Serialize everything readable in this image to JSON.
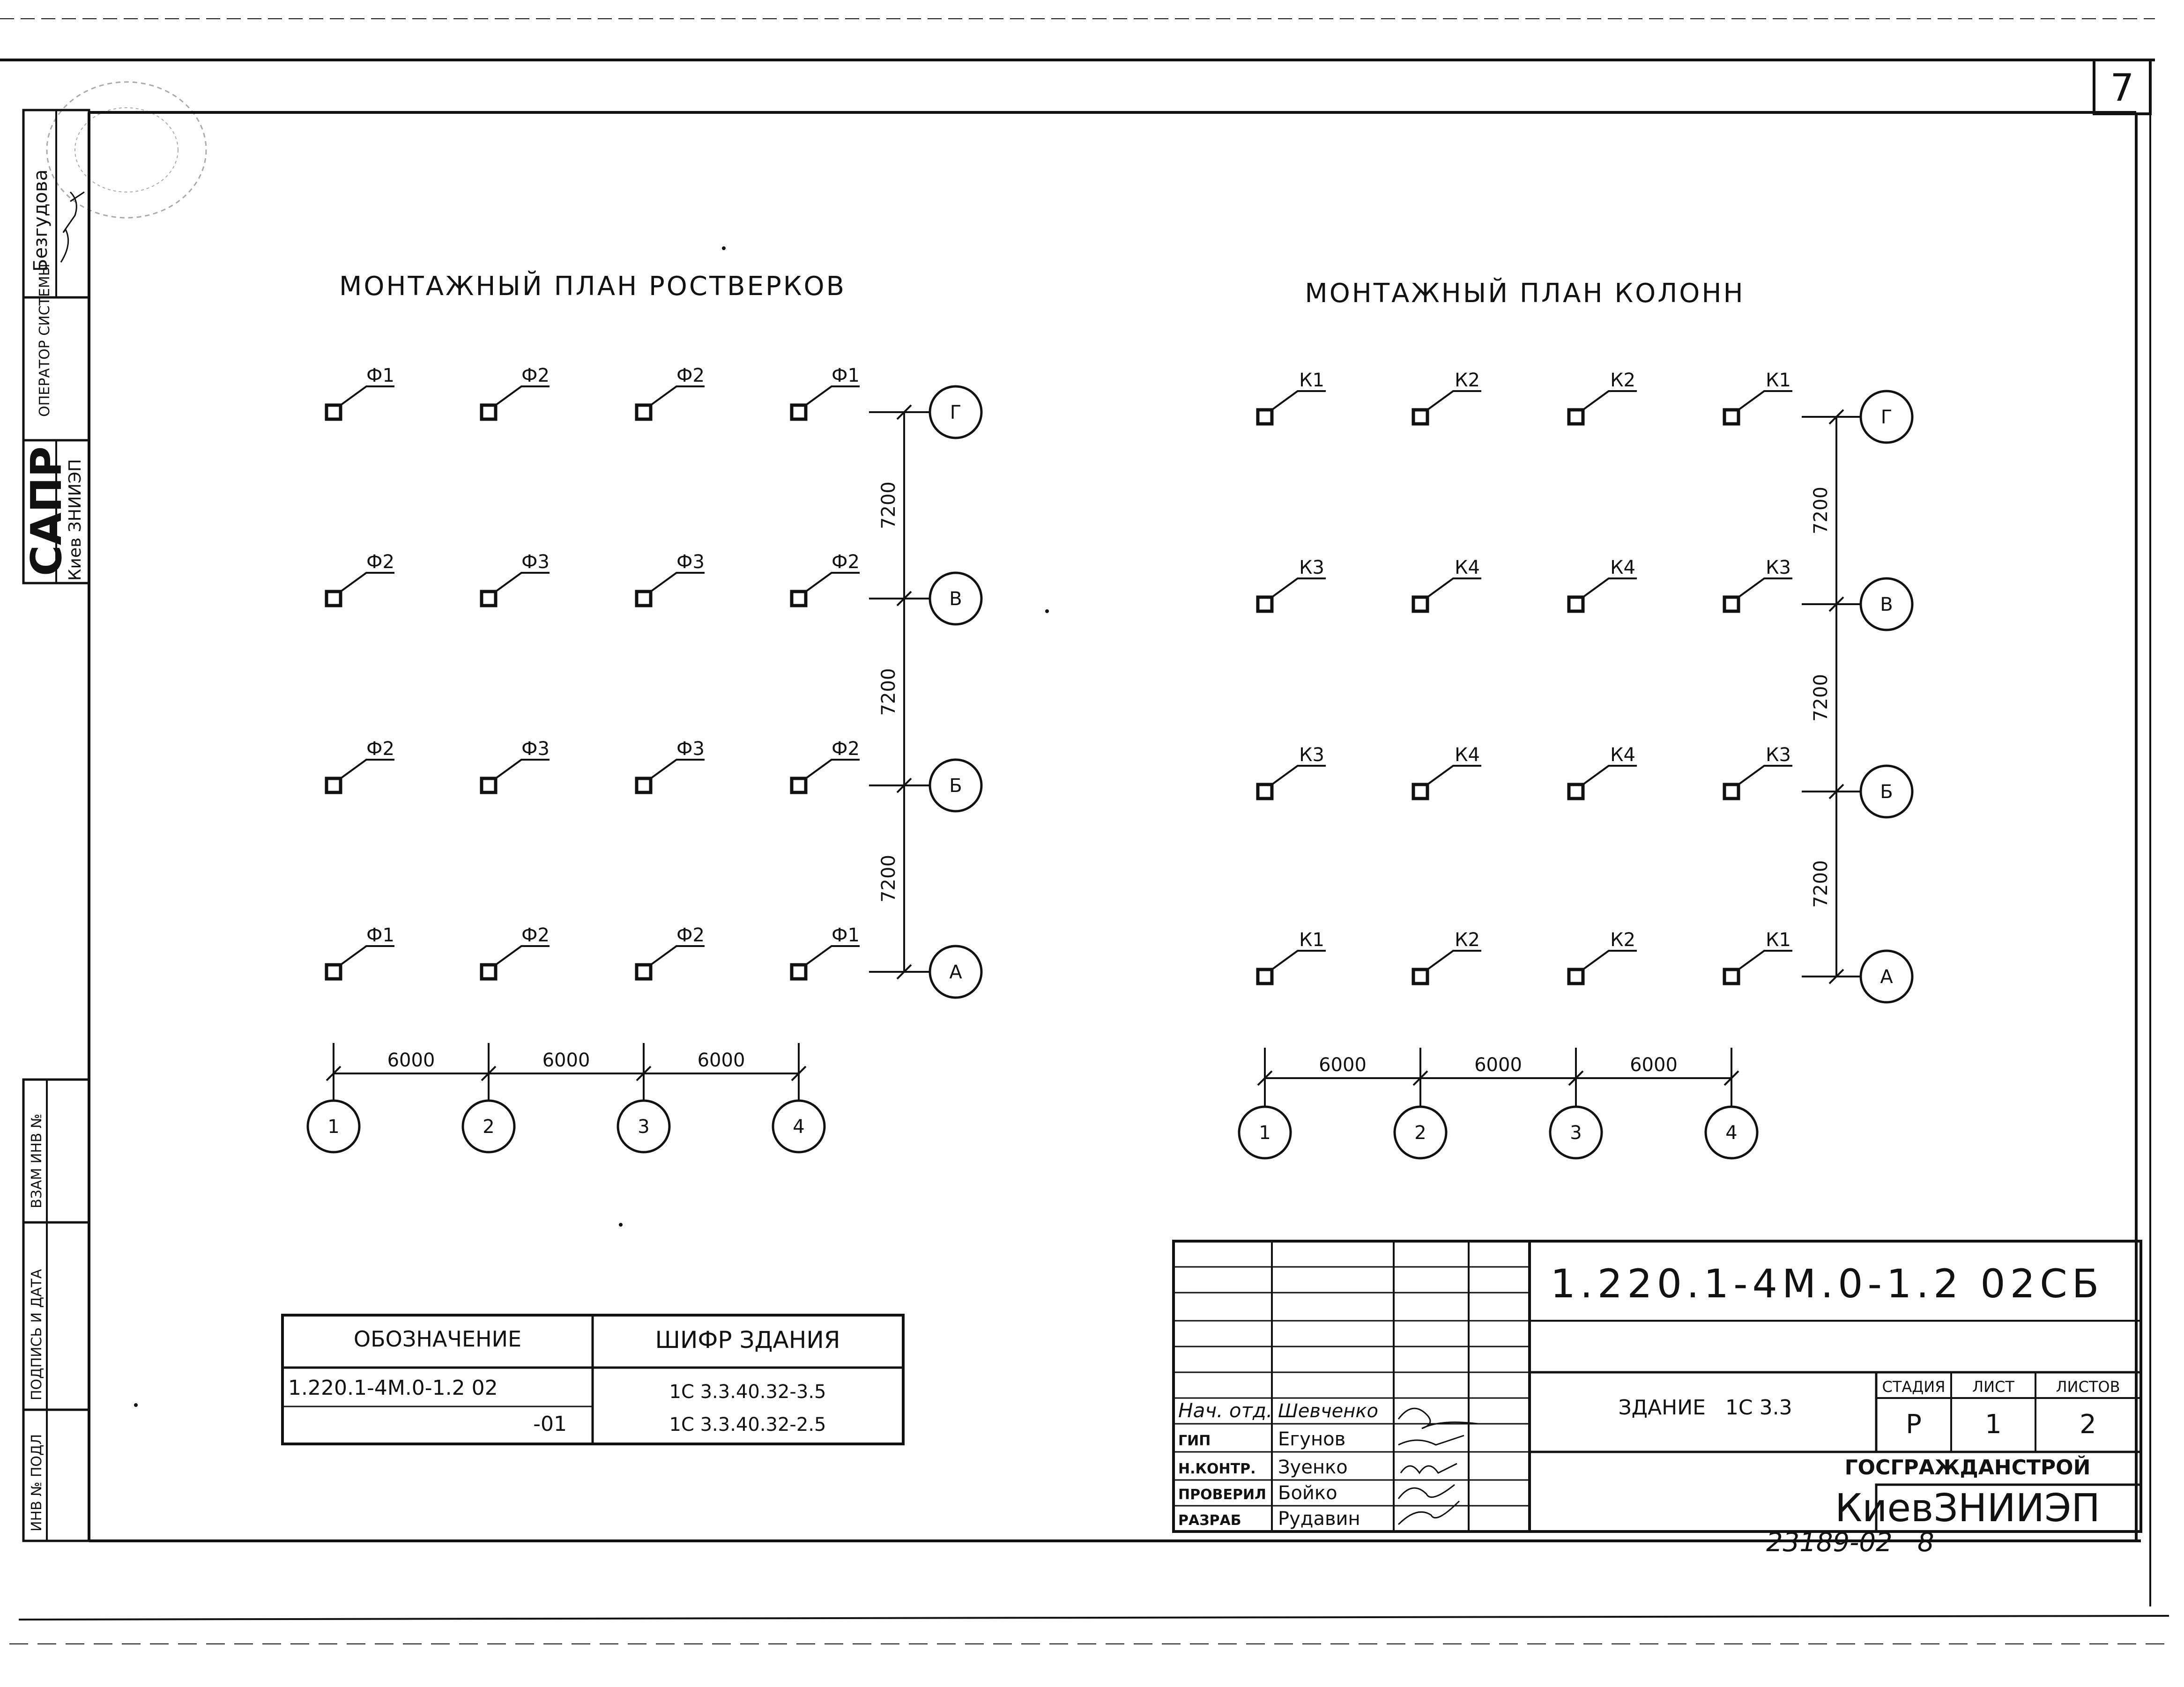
{
  "sheet_number": "7",
  "left_strip": {
    "approver_name": "Безгудова",
    "operator_label": "ОПЕРАТОР СИСТЕМЫ",
    "sapr_title": "САПР",
    "sapr_org": "Киев ЗНИИЭП",
    "vzam_label": "ВЗАМ ИНВ №",
    "sign_date_label": "ПОДПИСЬ И ДАТА",
    "inv_label": "ИНВ № ПОДЛ"
  },
  "plans": [
    {
      "title": "МОНТАЖНЫЙ ПЛАН РОСТВЕРКОВ",
      "grid": [
        [
          "Ф1",
          "Ф2",
          "Ф2",
          "Ф1"
        ],
        [
          "Ф2",
          "Ф3",
          "Ф3",
          "Ф2"
        ],
        [
          "Ф2",
          "Ф3",
          "Ф3",
          "Ф2"
        ],
        [
          "Ф1",
          "Ф2",
          "Ф2",
          "Ф1"
        ]
      ],
      "row_axes": [
        "Г",
        "В",
        "Б",
        "А"
      ],
      "row_spacings": [
        "7200",
        "7200",
        "7200"
      ],
      "col_axes": [
        "1",
        "2",
        "3",
        "4"
      ],
      "col_spacings": [
        "6000",
        "6000",
        "6000"
      ]
    },
    {
      "title": "МОНТАЖНЫЙ ПЛАН КОЛОНН",
      "grid": [
        [
          "К1",
          "К2",
          "К2",
          "К1"
        ],
        [
          "К3",
          "К4",
          "К4",
          "К3"
        ],
        [
          "К3",
          "К4",
          "К4",
          "К3"
        ],
        [
          "К1",
          "К2",
          "К2",
          "К1"
        ]
      ],
      "row_axes": [
        "Г",
        "В",
        "Б",
        "А"
      ],
      "row_spacings": [
        "7200",
        "7200",
        "7200"
      ],
      "col_axes": [
        "1",
        "2",
        "3",
        "4"
      ],
      "col_spacings": [
        "6000",
        "6000",
        "6000"
      ]
    }
  ],
  "spec_table": {
    "headers": [
      "ОБОЗНАЧЕНИЕ",
      "ШИФР ЗДАНИЯ"
    ],
    "rows": [
      [
        "1.220.1-4М.0-1.2 02",
        "1С 3.3.40.32-3.5"
      ],
      [
        "-01",
        "1С 3.3.40.32-2.5"
      ]
    ]
  },
  "title_block": {
    "code": "1.220.1-4М.0-1.2 02СБ",
    "building": "ЗДАНИЕ   1С 3.3",
    "stage_label": "СТАДИЯ",
    "sheet_label": "ЛИСТ",
    "sheets_label": "ЛИСТОВ",
    "stage": "Р",
    "sheet": "1",
    "sheets": "2",
    "org1": "ГОСГРАЖДАНСТРОЙ",
    "org2": "КиевЗНИИЭП",
    "roles": [
      {
        "role": "Нач. отд.",
        "name": "Шевченко"
      },
      {
        "role": "ГИП",
        "name": "Егунов"
      },
      {
        "role": "Н.КОНТР.",
        "name": "Зуенко"
      },
      {
        "role": "ПРОВЕРИЛ",
        "name": "Бойко"
      },
      {
        "role": "РАЗРАБ",
        "name": "Рудавин"
      }
    ]
  },
  "archive_number": "23189-02   8"
}
